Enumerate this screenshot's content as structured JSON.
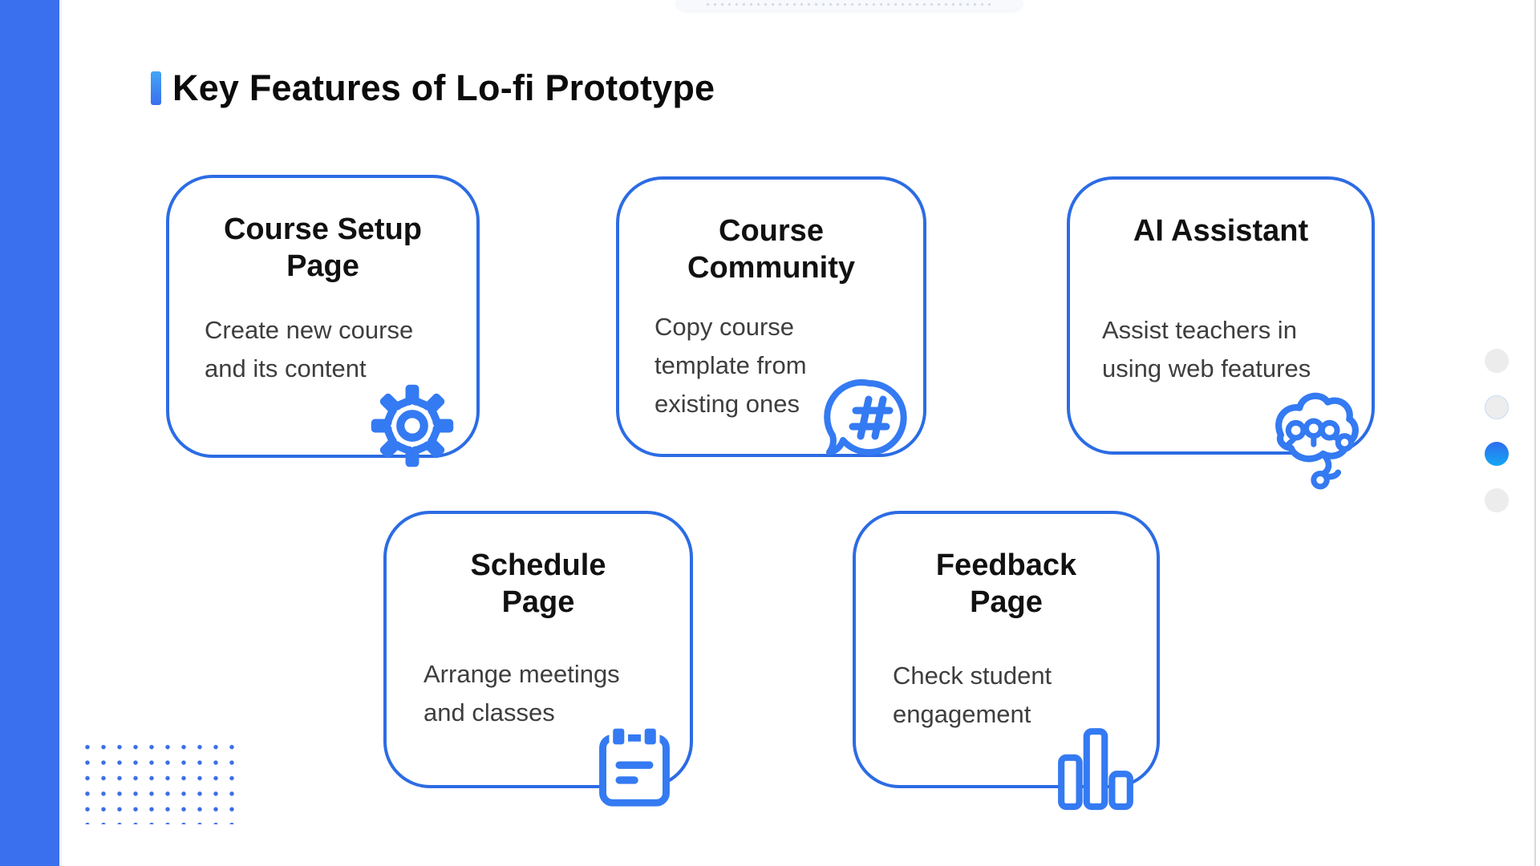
{
  "page": {
    "title": "Key Features of Lo-fi Prototype"
  },
  "cards": [
    {
      "title": "Course Setup Page",
      "description": "Create new course and its content",
      "icon": "gear-icon"
    },
    {
      "title": "Course Community",
      "description": "Copy course template from existing ones",
      "icon": "hashtag-bubble-icon"
    },
    {
      "title": "AI Assistant",
      "description": "Assist teachers in using web features",
      "icon": "brain-icon"
    },
    {
      "title": "Schedule Page",
      "description": "Arrange meetings and classes",
      "icon": "calendar-icon"
    },
    {
      "title": "Feedback Page",
      "description": "Check student engagement",
      "icon": "bar-chart-icon"
    }
  ],
  "pagination": {
    "total": 4,
    "active_index": 2,
    "dots": [
      {
        "state": "inactive"
      },
      {
        "state": "hover"
      },
      {
        "state": "active"
      },
      {
        "state": "inactive"
      }
    ]
  },
  "colors": {
    "sidebar_blue": "#3a70ee",
    "card_border_blue": "#2c6ce4",
    "icon_blue": "#347af2",
    "title_text": "#0b0b0b",
    "body_text": "#3e3e3e",
    "accent_top": "#44a5f6",
    "accent_bottom": "#3a70ee",
    "dot_inactive": "#ececec",
    "dot_active_top": "#2e6cf0",
    "dot_active_bottom": "#13a8f2",
    "grid_dot": "#3e6de5"
  }
}
